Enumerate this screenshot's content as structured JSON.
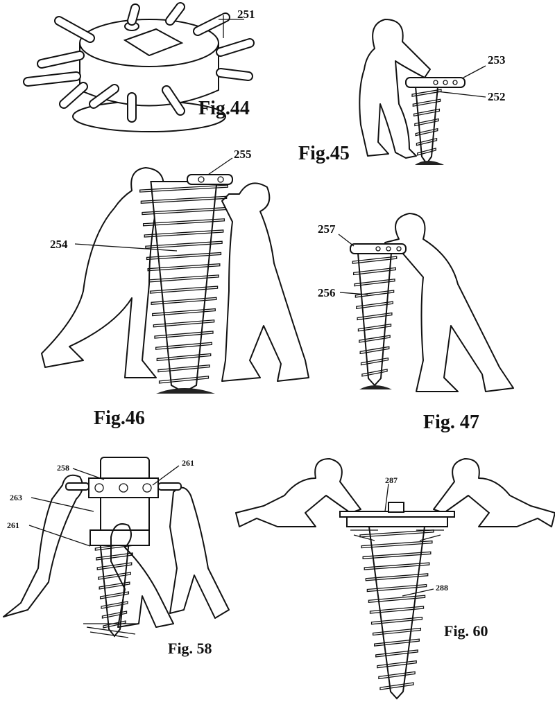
{
  "figures": {
    "fig44": {
      "caption": "Fig.44",
      "refs": [
        "251"
      ]
    },
    "fig45": {
      "caption": "Fig.45",
      "refs": [
        "253",
        "252"
      ]
    },
    "fig46": {
      "caption": "Fig.46",
      "refs": [
        "255",
        "254"
      ]
    },
    "fig47": {
      "caption": "Fig. 47",
      "refs": [
        "257",
        "256"
      ]
    },
    "fig58": {
      "caption": "Fig. 58",
      "refs": [
        "258",
        "261",
        "263",
        "261"
      ]
    },
    "fig60": {
      "caption": "Fig. 60",
      "refs": [
        "287",
        "288"
      ]
    }
  }
}
